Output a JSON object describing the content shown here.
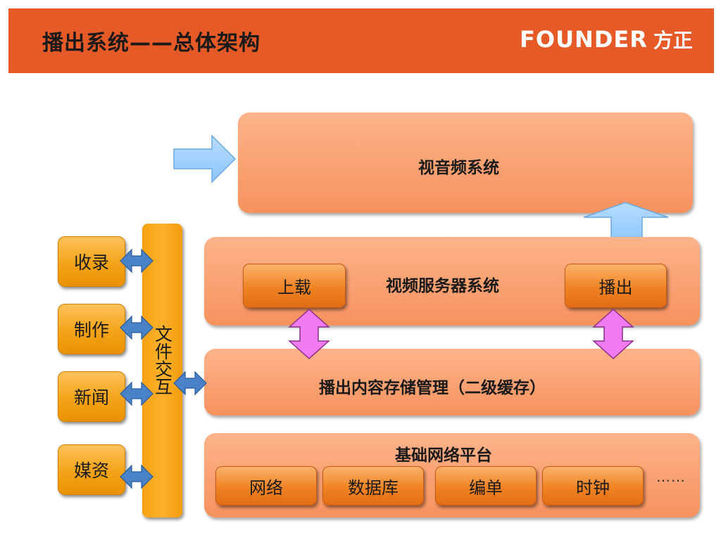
{
  "header": {
    "title": "播出系统——总体架构",
    "logo_latin": "FOUNDER",
    "logo_cjk": "方正",
    "background": "#e55a27"
  },
  "diagram": {
    "av_system": "视音频系统",
    "video_server_system": "视频服务器系统",
    "upload_button": "上载",
    "playout_button": "播出",
    "storage_management": "播出内容存储管理（二级缓存）",
    "network_platform": "基础网络平台",
    "platform_items": [
      "网络",
      "数据库",
      "编单",
      "时钟"
    ],
    "more": "……",
    "file_exchange": "文件交互",
    "side_items": [
      "收录",
      "制作",
      "新闻",
      "媒资"
    ]
  },
  "colors": {
    "panel": "#f8a070",
    "button": "#f08323",
    "side_button": "#f4a318",
    "light_blue_arrow": "#9ccfff",
    "blue_double_arrow": "#4a82c8",
    "magenta_double_arrow": "#f07bf0"
  }
}
